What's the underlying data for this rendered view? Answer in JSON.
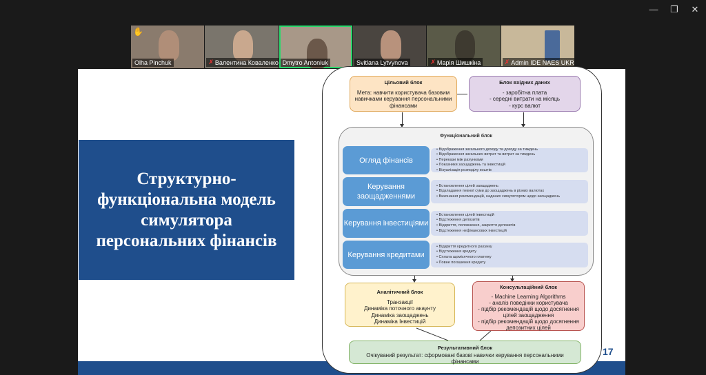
{
  "window": {
    "minimize_icon": "minimize-icon",
    "restore_icon": "restore-icon",
    "close_icon": "close-icon"
  },
  "participants": [
    {
      "name": "Olha Pinchuk",
      "muted": false,
      "hand_raised": true
    },
    {
      "name": "Валентина Коваленко",
      "muted": true
    },
    {
      "name": "Dmytro Antoniuk",
      "muted": false,
      "active_speaker": true
    },
    {
      "name": "Svitlana Lytvynova",
      "muted": false
    },
    {
      "name": "Марія Шишкіна",
      "muted": true
    },
    {
      "name": "Admin IDE NAES UKR...",
      "muted": true
    }
  ],
  "slide": {
    "title": "Структурно-функціональна модель симулятора персональних фінансів",
    "page_number": "17",
    "target_block": {
      "title": "Цільовий блок",
      "text": "Мета: навчити користувача базовим навичками керування персональними фінансами"
    },
    "input_block": {
      "title": "Блок вхідних даних",
      "lines": [
        "- заробітна плата",
        "- середні витрати на місяць",
        "- курс валют"
      ]
    },
    "functional_block": {
      "title": "Функціональний блок",
      "rows": [
        {
          "label": "Огляд фінансів",
          "bullets": [
            "Відображення загального доходу та доходу за тиждень",
            "Відображення загальних витрат та витрат за тиждень",
            "Перекази між рахунками",
            "Показники заощаджень та інвестицій",
            "Візуалізація розподілу коштів"
          ]
        },
        {
          "label": "Керування заощадженнями",
          "bullets": [
            "Встановлення цілей заощаджень",
            "Відкладання певної суми до заощаджень в різних валютах",
            "Виконання рекомендацій, наданих симулятором щодо заощаджень"
          ]
        },
        {
          "label": "Керування інвестиціями",
          "bullets": [
            "Встановлення цілей інвестицій",
            "Відстеження депозитів",
            "Відкриття, поповнення, закриття депозитів",
            "Відстеження нефінансових інвестицій"
          ]
        },
        {
          "label": "Керування кредитами",
          "bullets": [
            "Відкриття кредитного рахунку",
            "Відстеження кредиту",
            "Сплата щомісячного платежу",
            "Повне погашення кредиту"
          ]
        }
      ]
    },
    "analytic_block": {
      "title": "Аналітичний блок",
      "lines": [
        "Транзакції",
        "Динаміка поточного акаунту",
        "Динаміка заощаджень",
        "Динаміка Інвестицій"
      ]
    },
    "consult_block": {
      "title": "Консультаційний блок",
      "lines": [
        "- Machine Learning Algorithms",
        "- аналіз поведінки користувача",
        "- підбір рекомендацій щодо досягнення цілей заощадження",
        "- підбір рекомендацій щодо досягнення депозитних цілей"
      ]
    },
    "result_block": {
      "title": "Результативний блок",
      "text": "Очікуваний результат: сформовані базові навички керування персональними фінансами"
    }
  },
  "colors": {
    "slide_blue": "#1f4e8c",
    "label_blue": "#5b9bd5",
    "orange": "#fde4c4",
    "purple": "#e3d6ea",
    "yellow": "#fff2cc",
    "red": "#f8cecc",
    "green": "#d5e8d4",
    "active_speaker": "#2bd86d"
  }
}
